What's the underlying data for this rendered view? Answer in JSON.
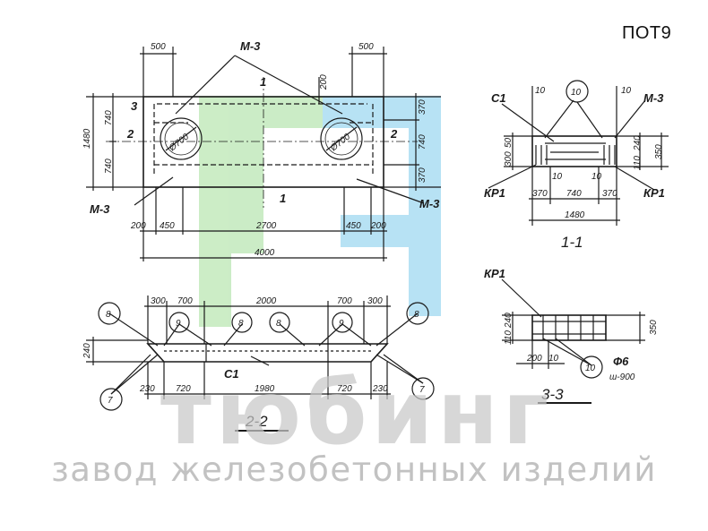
{
  "title": "ПОТ9",
  "watermark": {
    "brand": "тюбинг",
    "tagline": "завод железобетонных изделий",
    "colors": {
      "green": "#bfe8b8",
      "blue": "#a6dcf2"
    }
  },
  "plan": {
    "labels": {
      "m3": "М-3",
      "axis1": "1",
      "axis2": "2",
      "mark3": "3",
      "diameter": "Ø700"
    },
    "dims": {
      "top_left": "500",
      "top_right": "500",
      "mid": "200",
      "total_h": "1480",
      "left_740a": "740",
      "left_740b": "740",
      "right_370a": "370",
      "right_740": "740",
      "right_370b": "370",
      "bottom": [
        "200",
        "450",
        "2700",
        "450",
        "200"
      ],
      "total_w": "4000"
    }
  },
  "section11": {
    "caption": "1-1",
    "labels": {
      "s1": "С1",
      "m3": "М-3",
      "kr_left": "КР1",
      "kr_right": "КР1",
      "circle": "10"
    },
    "dims": {
      "top_left": "10",
      "top_right": "10",
      "left": [
        "50",
        "300"
      ],
      "right": [
        "240",
        "110"
      ],
      "right_total": "350",
      "inner": [
        "10",
        "10"
      ],
      "bottom": [
        "370",
        "740",
        "370"
      ],
      "total": "1480"
    }
  },
  "section22": {
    "caption": "2-2",
    "labels": {
      "s1": "С1",
      "c8a": "8",
      "c8b": "8",
      "c8c": "8",
      "c8d": "8",
      "c9a": "9",
      "c9b": "9",
      "c7a": "7",
      "c7b": "7"
    },
    "dims": {
      "top": [
        "300",
        "700",
        "2000",
        "700",
        "300"
      ],
      "left": "240",
      "bottom": [
        "230",
        "720",
        "1980",
        "720",
        "230"
      ]
    }
  },
  "section33": {
    "caption": "3-3",
    "labels": {
      "kr": "КР1",
      "circle": "10",
      "phi": "Ф6",
      "step": "ш-900"
    },
    "dims": {
      "left": [
        "240",
        "110"
      ],
      "right": "350",
      "bottom": [
        "200",
        "10"
      ]
    }
  }
}
